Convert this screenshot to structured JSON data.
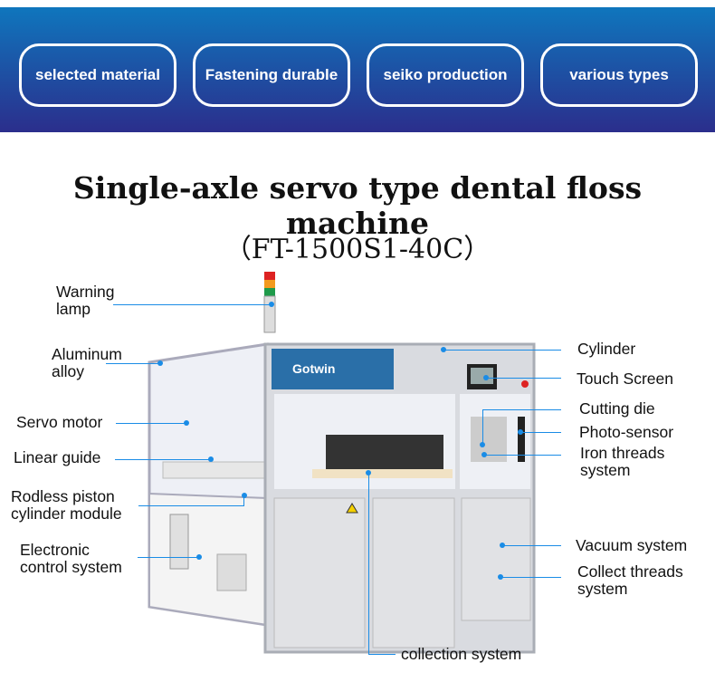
{
  "banner": {
    "features": [
      "selected material",
      "Fastening durable",
      "seiko production",
      "various types"
    ]
  },
  "title": "Single-axle servo type dental floss machine",
  "model": "（FT-1500S1-40C）",
  "machine_brand": "Gotwin",
  "callouts": {
    "warning_lamp": "Warning\nlamp",
    "aluminum_alloy": "Aluminum\nalloy",
    "servo_motor": "Servo motor",
    "linear_guide": "Linear guide",
    "rodless_piston": "Rodless piston\ncylinder module",
    "electronic_control": "Electronic\ncontrol system",
    "cylinder": "Cylinder",
    "touch_screen": "Touch Screen",
    "cutting_die": "Cutting die",
    "photo_sensor": "Photo-sensor",
    "iron_threads": "Iron threads\nsystem",
    "vacuum_system": "Vacuum system",
    "collect_threads": "Collect threads\nsystem",
    "collection_system": "collection system"
  },
  "colors": {
    "accent": "#1a8ce6",
    "banner_top": "#0f76bd",
    "banner_bottom": "#2b2e8c"
  }
}
